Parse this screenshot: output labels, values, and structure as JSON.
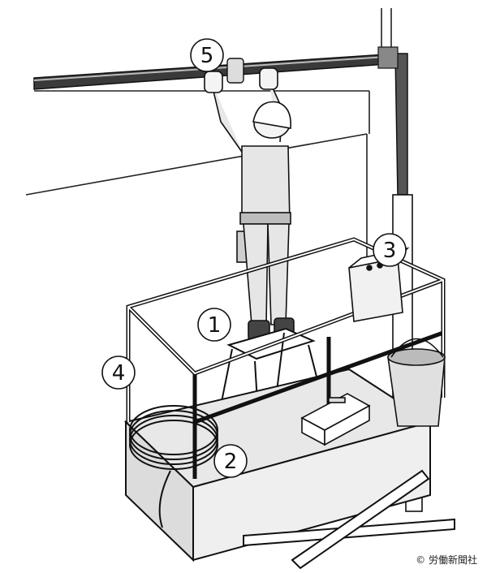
{
  "markers": [
    "5",
    "3",
    "1",
    "4",
    "2"
  ],
  "credit": "© 労働新聞社"
}
